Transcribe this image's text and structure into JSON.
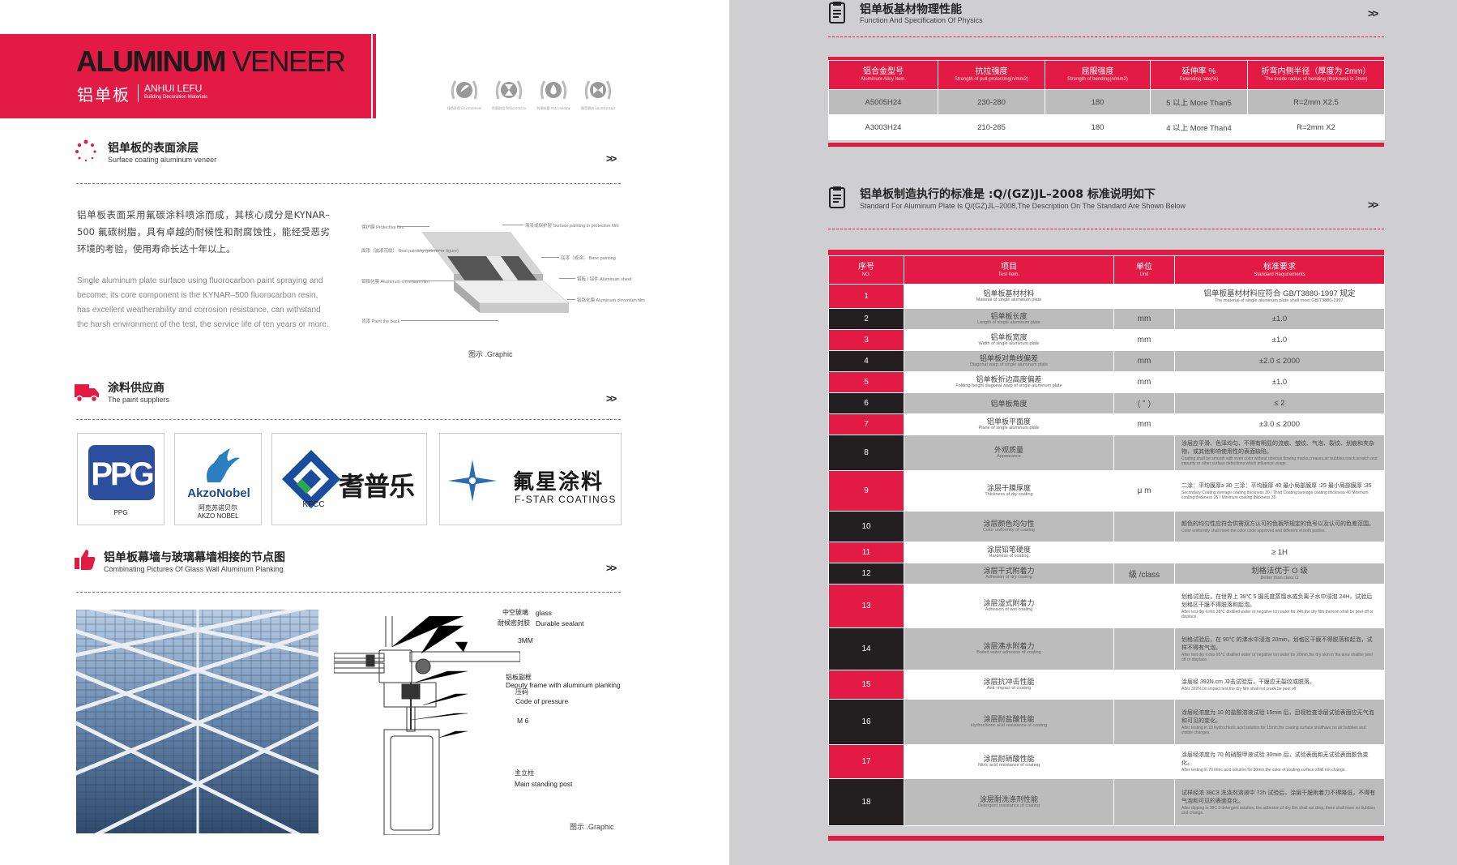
{
  "hero": {
    "title_bold": "ALUMINUM",
    "title_light": " VENEER",
    "title_zh": "铝单板",
    "brand": "ANHUI LEFU",
    "brand_sub": "Building Decoration Materials"
  },
  "badges": [
    {
      "label": "绿色环保 Environmental"
    },
    {
      "label": "防腐耐用 Anticorrosive"
    },
    {
      "label": "防潮抗菌 Anti-mildew"
    },
    {
      "label": "隔音隔热 Sound insulation"
    }
  ],
  "sections": {
    "coating": {
      "zh": "铝单板的表面涂层",
      "en": "Surface coating aluminum veneer"
    },
    "suppliers": {
      "zh": "涂料供应商",
      "en": "The paint suppliers"
    },
    "curtain": {
      "zh": "铝单板幕墙与玻璃幕墙相接的节点图",
      "en": "Combinating Pictures Of Glass Wall Aluminum Planking"
    },
    "physics": {
      "zh": "铝单板基材物理性能",
      "en": "Function And Specification Of Physics"
    },
    "standard": {
      "zh": "铝单板制造执行的标准是 :Q/(GZ)JL–2008 标准说明如下",
      "en": "Standard For Aluminum Plate Is Q/(GZ)JL–2008,The Description On  The Standard Are Shown Below"
    }
  },
  "arrow": ">>",
  "coating": {
    "para_zh": "铝单板表面采用氟碳涂料喷涂而成，其核心成分是KYNAR–500 氟碳树脂，具有卓越的耐候性和耐腐蚀性，能经受恶劣环境的考验，使用寿命长达十年以上。",
    "para_en": "Single aluminum plate surface using fluorocarbon paint spraying and become, its core component is the KYNAR–500 fluorocarbon resin, has excellent weatherability and corrosion resistance, can withstand the harsh environment of the test, the service life of ten years or more.",
    "caption": "图示 .Graphic",
    "labels_left": [
      "保护膜  Protective film",
      "面漆（波浪花纹）  Seal painting (primer or figure)",
      "铝铬化膜  Aluminum chromium film",
      "背漆  Paint the back"
    ],
    "labels_right": [
      "清漆或保护层  Surface painting in protective film",
      "底漆（或涂）  Base painting",
      "铝板 / 铝件  Aluminum sheet",
      "铝铬化膜  Aluminum chromium film"
    ]
  },
  "suppliers": [
    {
      "logo": "PPG",
      "name1": "PPG",
      "name2": ""
    },
    {
      "logo": "AkzoNobel",
      "name1": "阿克苏诺贝尔",
      "name2": "AKZO NOBEL"
    },
    {
      "logo": "耆普乐",
      "name1": "KFCC",
      "name2": ""
    },
    {
      "logo": "氟星涂料",
      "name1": "F-STAR COATINGS",
      "name2": ""
    }
  ],
  "detail": {
    "caption": "图示 .Graphic",
    "labels": [
      {
        "zh": "中空玻璃",
        "en": "glass"
      },
      {
        "zh": "耐候密封胶",
        "en": "Durable sealant"
      },
      {
        "zh": "",
        "en": "3MM"
      },
      {
        "zh": "铝板副框",
        "en": ""
      },
      {
        "zh": "",
        "en": "Deputy frame with aluminum planking"
      },
      {
        "zh": "压码",
        "en": ""
      },
      {
        "zh": "",
        "en": "Code of pressure"
      },
      {
        "zh": "",
        "en": "M 6"
      },
      {
        "zh": "主立柱",
        "en": ""
      },
      {
        "zh": "",
        "en": "Main standing post"
      }
    ]
  },
  "physics_table": {
    "headers": [
      {
        "zh": "铝合金型号",
        "en": "Aluminum Alloy Item."
      },
      {
        "zh": "抗拉强度",
        "en": "Strength of pull-protecting(n/mm2)"
      },
      {
        "zh": "屈服强度",
        "en": "Strength of bending(n/mm2)"
      },
      {
        "zh": "延伸率 %",
        "en": "Extending rate(%)"
      },
      {
        "zh": "折弯内侧半径（厚度为 2mm）",
        "en": "The inside radius of bending (thickness is 2mm)"
      }
    ],
    "rows": [
      [
        "A5005H24",
        "230-280",
        "180",
        "5 以上 More Than5",
        "R=2mm X2.5"
      ],
      [
        "A3003H24",
        "210-265",
        "180",
        "4 以上 More Than4",
        "R=2mm X2"
      ]
    ]
  },
  "standard_table": {
    "headers": [
      {
        "zh": "序号",
        "en": "NO."
      },
      {
        "zh": "项目",
        "en": "Test Item."
      },
      {
        "zh": "单位",
        "en": "Unit"
      },
      {
        "zh": "标准要求",
        "en": "Standard Requirements"
      }
    ],
    "rows": [
      {
        "no": "1",
        "item": "铝单板基材材料",
        "item_en": "Material of single aluminum plate",
        "unit": "",
        "req": "铝单板基材材料应符合 GB/T3880-1997 规定",
        "req_en": "The material of single aluminum plate shall meet GB/T3880-1997."
      },
      {
        "no": "2",
        "item": "铝单板长度",
        "item_en": "Length of single aluminum plate",
        "unit": "mm",
        "req": "±1.0",
        "req_en": ""
      },
      {
        "no": "3",
        "item": "铝单板宽度",
        "item_en": "Width of single aluminum plate",
        "unit": "mm",
        "req": "±1.0",
        "req_en": ""
      },
      {
        "no": "4",
        "item": "铝单板对角线偏差",
        "item_en": "Diagonal warp of single aluminum plate",
        "unit": "mm",
        "req": "±2.0 ≤ 2000",
        "req_en": ""
      },
      {
        "no": "5",
        "item": "铝单板折边高度偏差",
        "item_en": "Folding height diagonal warp of single aluminum plate",
        "unit": "mm",
        "req": "±1.0",
        "req_en": ""
      },
      {
        "no": "6",
        "item": "铝单板角度",
        "item_en": "",
        "unit": "（ ˚ ）",
        "req": "≤ 2",
        "req_en": ""
      },
      {
        "no": "7",
        "item": "铝单板平面度",
        "item_en": "Plane of single aluminum plate",
        "unit": "mm",
        "req": "±3.0 ≤ 2000",
        "req_en": ""
      },
      {
        "no": "8",
        "item": "外观质量",
        "item_en": "Appearance",
        "unit": "",
        "req": "涂层应平滑、色泽均匀、不得有明显的流痕、皱纹、气泡、裂纹、划痕和夹杂物，或其他影响使用性的表面缺陷。",
        "req_en": "Coating shall be smooth with even color without obvious flowing marks,creases,air bubbles,crack,scratch and impurity or other surface defections which influence usage.",
        "long": true
      },
      {
        "no": "9",
        "item": "涂层干膜厚度",
        "item_en": "Thickness of dry coating",
        "unit": "μ m",
        "req": "二涂：平均膜厚≥ 30 三涂：平均膜厚 40  最小局部膜厚 :25 最小局部膜厚 :35",
        "req_en": "Secondary Coating:average coating thickness 30 / Third Coating:average coating thickness 40  Minimum coating thickness 25 / Minimum coating thickness 35",
        "long": true
      },
      {
        "no": "10",
        "item": "涂层颜色均匀性",
        "item_en": "Color uniformity of coating",
        "unit": "",
        "req": "颜色的均匀性应符合供需双方认可的色板所规定的色号以及认可的色差范围。",
        "req_en": "Color uniformity shall meet the color code approved and different of both parties.",
        "long": true
      },
      {
        "no": "11",
        "item": "涂层铅笔硬度",
        "item_en": "Hardness of coating",
        "unit": "",
        "req": "≥ 1H",
        "req_en": ""
      },
      {
        "no": "12",
        "item": "涂层干式附着力",
        "item_en": "Adhesion of dry coating",
        "unit": "级 /class",
        "req": "划格法优于 O 级",
        "req_en": "Better than class O"
      },
      {
        "no": "13",
        "item": "涂层湿式附着力",
        "item_en": "Adhesion of wet coating",
        "unit": "",
        "req": "划格试验后，在世界上 38℃ 5 摄氏度蒸馏水或负离子水中浸泡 24H，试验后划格区干膜不得脱落和起泡。",
        "req_en": "After test dip it into 38℃ distilled water or negative ion water for 24h,the dry film thereon shall be peel off or displace.",
        "long": true
      },
      {
        "no": "14",
        "item": "涂层沸水附着力",
        "item_en": "Boiled water adhesion of coating",
        "unit": "",
        "req": "划格试验后，在 95℃ 的沸水中浸泡 20min，划格区干膜不得脱落和起泡，试样不得有气泡。",
        "req_en": "After test dip it into 95℃ distilled water or negative ion water for 20min,the dry skin in the area shallbe peel off or displace.",
        "long": true
      },
      {
        "no": "15",
        "item": "涂层抗冲击性能",
        "item_en": "Anti -impact of coating",
        "unit": "",
        "req": "涂层经 392N.cm 冲击试验后，干膜应无裂纹或脱落。",
        "req_en": "After 392N.cm impact test,the dry film shall not crack be peel off.",
        "long": true
      },
      {
        "no": "16",
        "item": "涂层耐盐酸性能",
        "item_en": "Hydrochloric acid resistance of coating",
        "unit": "",
        "req": "涂层经浓度为 10 的盐酸溶液试验 15min 后，目视检查涂层试验表面应无气泡和可见的变化。",
        "req_en": "After testing in 10 hydrochloric acid solution for 15min,the coating surface shallhave no air bubbles and visible changes.",
        "long": true
      },
      {
        "no": "17",
        "item": "涂层耐硝酸性能",
        "item_en": "Nitric acid resistance of coating",
        "unit": "",
        "req": "涂层经浓度为 70 的硝酸甲液试验 30min 后，试验表面和无试验表面颜色变化。",
        "req_en": "After testing in 70 nitric acid solution for 30min,the color of coating surface shall not change.",
        "long": true
      },
      {
        "no": "18",
        "item": "涂层耐洗涤剂性能",
        "item_en": "Detergent resistance of coating",
        "unit": "",
        "req": "试样经浓 38C3 洗涤剂溶液中 72h 试验后，涂层干膜附着力不得降低，不得有气泡和可见的表面变化。",
        "req_en": "After dipping in 38C 3 detergent solution, the adhesion of dry film shall not drop, there shall have no bubbles and change.",
        "long": true
      }
    ]
  }
}
